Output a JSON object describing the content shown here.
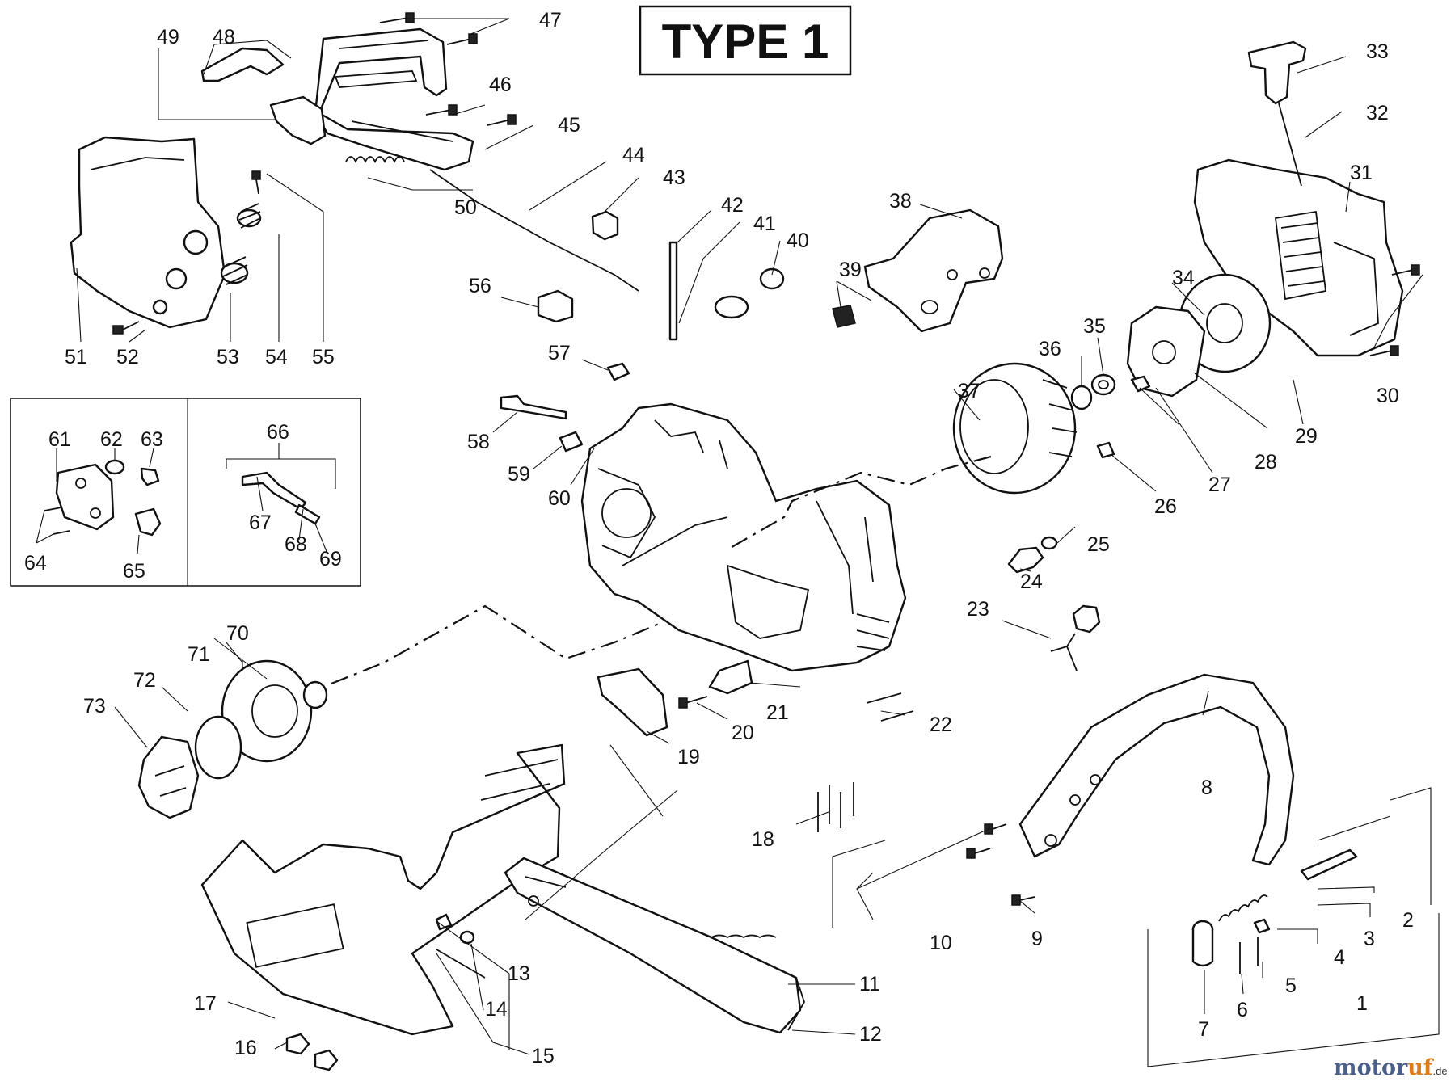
{
  "title": "TYPE 1",
  "watermark": {
    "brand_a": "motor",
    "brand_b": "uf",
    "tld": ".de"
  },
  "colors": {
    "line": "#111111",
    "background": "#ffffff",
    "watermark_blue": "#4a5f8a",
    "watermark_orange": "#e07a1a"
  },
  "parts": [
    {
      "n": "1"
    },
    {
      "n": "2"
    },
    {
      "n": "3"
    },
    {
      "n": "4"
    },
    {
      "n": "5"
    },
    {
      "n": "6"
    },
    {
      "n": "7"
    },
    {
      "n": "8"
    },
    {
      "n": "9"
    },
    {
      "n": "10"
    },
    {
      "n": "11"
    },
    {
      "n": "12"
    },
    {
      "n": "13"
    },
    {
      "n": "14"
    },
    {
      "n": "15"
    },
    {
      "n": "16"
    },
    {
      "n": "17"
    },
    {
      "n": "18"
    },
    {
      "n": "19"
    },
    {
      "n": "20"
    },
    {
      "n": "21"
    },
    {
      "n": "22"
    },
    {
      "n": "23"
    },
    {
      "n": "24"
    },
    {
      "n": "25"
    },
    {
      "n": "26"
    },
    {
      "n": "27"
    },
    {
      "n": "28"
    },
    {
      "n": "29"
    },
    {
      "n": "30"
    },
    {
      "n": "31"
    },
    {
      "n": "32"
    },
    {
      "n": "33"
    },
    {
      "n": "34"
    },
    {
      "n": "35"
    },
    {
      "n": "36"
    },
    {
      "n": "37"
    },
    {
      "n": "38"
    },
    {
      "n": "39"
    },
    {
      "n": "40"
    },
    {
      "n": "41"
    },
    {
      "n": "42"
    },
    {
      "n": "43"
    },
    {
      "n": "44"
    },
    {
      "n": "45"
    },
    {
      "n": "46"
    },
    {
      "n": "47"
    },
    {
      "n": "48"
    },
    {
      "n": "49"
    },
    {
      "n": "50"
    },
    {
      "n": "51"
    },
    {
      "n": "52"
    },
    {
      "n": "53"
    },
    {
      "n": "54"
    },
    {
      "n": "55"
    },
    {
      "n": "56"
    },
    {
      "n": "57"
    },
    {
      "n": "58"
    },
    {
      "n": "59"
    },
    {
      "n": "60"
    },
    {
      "n": "61"
    },
    {
      "n": "62"
    },
    {
      "n": "63"
    },
    {
      "n": "64"
    },
    {
      "n": "65"
    },
    {
      "n": "66"
    },
    {
      "n": "67"
    },
    {
      "n": "68"
    },
    {
      "n": "69"
    },
    {
      "n": "70"
    },
    {
      "n": "71"
    },
    {
      "n": "72"
    },
    {
      "n": "73"
    }
  ]
}
